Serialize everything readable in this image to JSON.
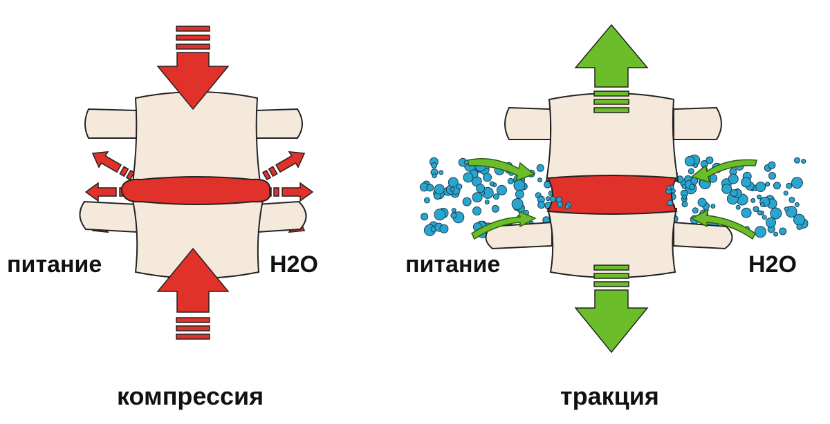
{
  "left_panel": {
    "nutrition_label": "питание",
    "water_label": "H2O",
    "caption": "компрессия"
  },
  "right_panel": {
    "nutrition_label": "питание",
    "water_label": "H2O",
    "caption": "тракция"
  },
  "colors": {
    "bone": "#f4e9da",
    "outline": "#222222",
    "disc": "#e0312a",
    "compression_arrow": "#e0312a",
    "traction_arrow": "#6bbd2a",
    "water_dot": "#29a6cf"
  }
}
